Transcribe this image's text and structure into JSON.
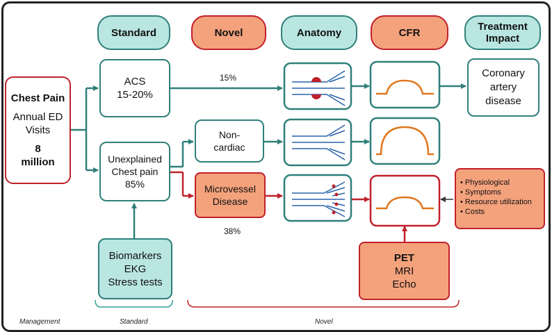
{
  "headers": {
    "standard": "Standard",
    "novel": "Novel",
    "anatomy": "Anatomy",
    "cfr": "CFR",
    "treatment_impact_line1": "Treatment",
    "treatment_impact_line2": "Impact"
  },
  "chest_pain": {
    "title": "Chest Pain",
    "line1": "Annual ED",
    "line2": "Visits",
    "value_line1": "8",
    "value_line2": "million"
  },
  "acs": {
    "line1": "ACS",
    "line2": "15-20%"
  },
  "unexplained": {
    "line1": "Unexplained",
    "line2": "Chest pain",
    "line3": "85%"
  },
  "noncardiac": {
    "line1": "Non-",
    "line2": "cardiac"
  },
  "microvessel": {
    "line1": "Microvessel",
    "line2": "Disease"
  },
  "cad": {
    "line1": "Coronary",
    "line2": "artery",
    "line3": "disease"
  },
  "tests": {
    "line1": "Biomarkers",
    "line2": "EKG",
    "line3": "Stress tests"
  },
  "imaging": {
    "line1": "PET",
    "line2": "MRI",
    "line3": "Echo"
  },
  "impact_list": [
    "Physiological",
    "Symptoms",
    "Resource utilization",
    "Costs"
  ],
  "percent_acs": "15%",
  "percent_microvessel": "38%",
  "captions": {
    "management": "Management",
    "standard": "Standard",
    "novel": "Novel"
  },
  "colors": {
    "teal": "#2f7f7a",
    "red": "#c0202a",
    "orange_fill": "#f4a27c",
    "teal_fill": "#b9e6e1",
    "curve": "#e0761e",
    "vessel": "#2a62a8"
  }
}
